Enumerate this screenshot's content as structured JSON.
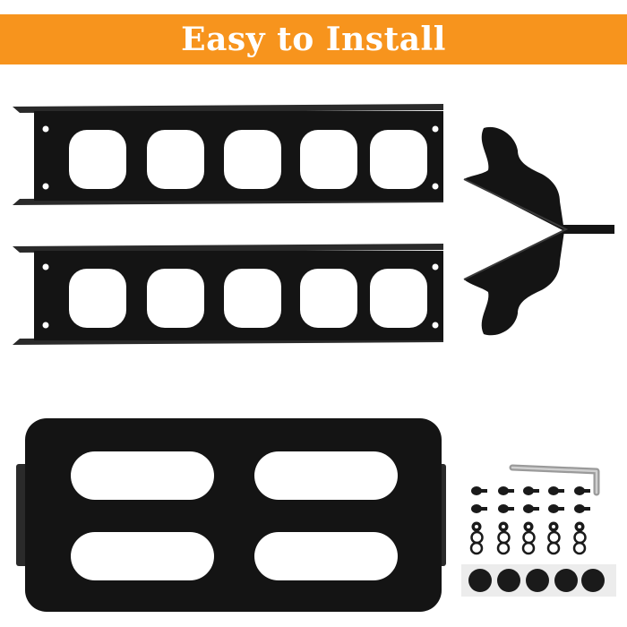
{
  "banner": {
    "title": "Easy to Install",
    "color": "#f7941d",
    "text_color": "#ffffff"
  },
  "colors": {
    "metal": "#141414",
    "edge": "#2a2a2a",
    "background": "#ffffff",
    "hardware": "#1a1a1a",
    "pad_tray": "#ececec"
  },
  "products": {
    "rails": {
      "count": 2,
      "slots_per_rail": 5
    },
    "v_bracket": {
      "count": 1
    },
    "base_plate": {
      "count": 1,
      "slots": 4
    },
    "hardware": {
      "allen_key": 1,
      "bolts": 10,
      "nuts": 5,
      "washers": 10,
      "rubber_pads": 5
    }
  }
}
